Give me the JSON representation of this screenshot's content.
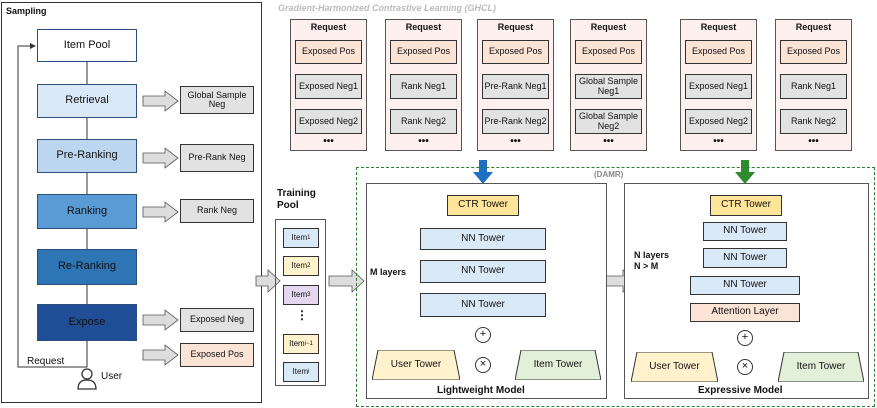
{
  "sampling": {
    "title": "Sampling",
    "stages": [
      "Item Pool",
      "Retrieval",
      "Pre-Ranking",
      "Ranking",
      "Re-Ranking",
      "Expose"
    ],
    "side_labels": [
      "Global Sample Neg",
      "Pre-Rank Neg",
      "Rank Neg",
      "Exposed Neg",
      "Exposed Pos"
    ],
    "request_label": "Request",
    "user_label": "User"
  },
  "ghcl": {
    "title": "Gradient-Harmonized Contrastive Learning (GHCL)",
    "panels": [
      {
        "header": "Request",
        "pos": "Exposed Pos",
        "neg1": "Exposed Neg1",
        "neg2": "Exposed Neg2",
        "dots": "•••"
      },
      {
        "header": "Request",
        "pos": "Exposed Pos",
        "neg1": "Rank Neg1",
        "neg2": "Rank Neg2",
        "dots": "•••"
      },
      {
        "header": "Request",
        "pos": "Exposed Pos",
        "neg1": "Pre-Rank Neg1",
        "neg2": "Pre-Rank Neg2",
        "dots": "•••"
      },
      {
        "header": "Request",
        "pos": "Exposed Pos",
        "neg1": "Global Sample Neg1",
        "neg2": "Global Sample Neg2",
        "dots": "•••"
      },
      {
        "header": "Request",
        "pos": "Exposed Pos",
        "neg1": "Exposed Neg1",
        "neg2": "Exposed Neg2",
        "dots": "•••"
      },
      {
        "header": "Request",
        "pos": "Exposed Pos",
        "neg1": "Rank Neg1",
        "neg2": "Rank Neg2",
        "dots": "•••"
      }
    ]
  },
  "training_pool": {
    "title": "Training Pool",
    "items": [
      "Item",
      "Item",
      "Item",
      "Item",
      "Item"
    ],
    "subscripts": [
      "1",
      "2",
      "3",
      "i−1",
      "i"
    ],
    "ellipsis": "⋮"
  },
  "damr": {
    "title": "(DAMR)"
  },
  "lightweight": {
    "title": "Lightweight Model",
    "ctr": "CTR Tower",
    "nn": [
      "NN Tower",
      "NN Tower",
      "NN Tower"
    ],
    "layers": "M layers",
    "user": "User Tower",
    "item": "Item Tower",
    "plus": "+",
    "times": "×"
  },
  "expressive": {
    "title": "Expressive Model",
    "ctr": "CTR Tower",
    "nn": [
      "NN Tower",
      "NN Tower",
      "NN Tower"
    ],
    "attention": "Attention Layer",
    "layers_1": "N layers",
    "layers_2": "N > M",
    "user": "User Tower",
    "item": "Item Tower",
    "plus": "+",
    "times": "×"
  },
  "colors": {
    "arrow_blue": "#1f6fc5",
    "arrow_green": "#2e8b2e",
    "stage_light": "#dae9f8",
    "stage_dark": "#1f4e96",
    "neg": "#e2e2e2",
    "pos": "#fbe3d6",
    "damr_border": "#2e7d32"
  }
}
